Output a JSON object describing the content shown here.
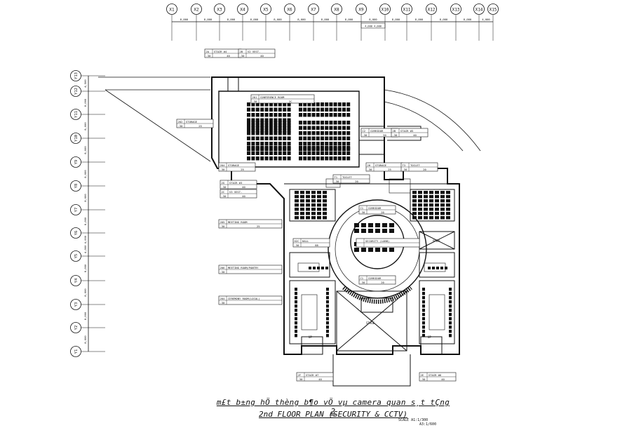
{
  "title_vi": "m£t b±ng hÖ thèng b¶o vÖ vµ camera quan s¸t tÇng 2",
  "title_en": "2nd FLOOR PLAN (SECURITY & CCTV)",
  "scale": {
    "label": "SCALE",
    "a1": "A1:1/300",
    "a3": "A3:1/600"
  },
  "grid_x": [
    "X1",
    "X2",
    "X3",
    "X4",
    "X5",
    "X6",
    "X7",
    "X8",
    "X9",
    "X10",
    "X11",
    "X12",
    "X13",
    "X14",
    "X15"
  ],
  "grid_y": [
    "Y13",
    "Y12",
    "Y11",
    "Y10",
    "Y9",
    "Y8",
    "Y7",
    "Y6",
    "Y5",
    "Y4",
    "Y3",
    "Y2",
    "Y1"
  ],
  "dim_x": [
    "8,000",
    "8,000",
    "8,000",
    "8,000",
    "8,000",
    "8,000",
    "8,000",
    "8,000",
    "8,000",
    "8,000",
    "8,000",
    "8,000",
    "8,000",
    "4,000"
  ],
  "dim_x_sub": "4,000  4,000",
  "dim_y": [
    "4,500",
    "8,000",
    "8,000",
    "8,000",
    "8,000",
    "8,000",
    "8,000",
    "4,000  4,000",
    "8,000",
    "8,000",
    "8,000",
    "8,000"
  ],
  "rooms": {
    "stair4": {
      "code": "2A",
      "name": "STAIR #4",
      "level": "-30",
      "area": "40"
    },
    "vest1": {
      "code": "2B",
      "name": "V2  VEST.",
      "level": "-30",
      "area": "40"
    },
    "storage2": {
      "code": "202",
      "name": "STORAGE",
      "level": "-30",
      "area": "25"
    },
    "conference": {
      "code": "201",
      "name": "CONFERENCE ROOM",
      "level": "-30",
      "area": "2C"
    },
    "corridor": {
      "code": "C2",
      "name": "CORRIDOR",
      "level": "-30",
      "area": "50"
    },
    "stair5": {
      "code": "2B",
      "name": "STAIR #5",
      "level": "-30",
      "area": "40"
    },
    "storage204": {
      "code": "204",
      "name": "STORAGE",
      "level": "-30",
      "area": "25"
    },
    "storage_r": {
      "code": "2H",
      "name": "STORAGE",
      "level": "-30",
      "area": "25"
    },
    "toilet_r": {
      "code": "T3",
      "name": "TOILET",
      "level": "-30",
      "area": "20"
    },
    "toilet_m": {
      "code": "T1",
      "name": "TOILET",
      "level": "-30",
      "area": "20"
    },
    "stair3": {
      "code": "2G",
      "name": "STAIR #3",
      "level": "-30",
      "area": "40"
    },
    "vest2": {
      "code": "2C",
      "name": "V3  VEST.",
      "level": "-30",
      "area": "40"
    },
    "meeting": {
      "code": "205",
      "name": "MEETING ROOM",
      "level": "-30",
      "area": "25"
    },
    "corridor2": {
      "code": "C1",
      "name": "CORRIDOR",
      "level": "-30",
      "area": "20"
    },
    "hall": {
      "code": "H2C",
      "name": "HALL",
      "level": "-30",
      "area": "88"
    },
    "security": {
      "code": "",
      "name": "SECURITY (LOBB)",
      "level": "",
      "area": ""
    },
    "meeting_pantry": {
      "code": "206",
      "name": "MEETING ROOM/PANTRY",
      "level": "-30",
      "area": ""
    },
    "corridor3": {
      "code": "C1",
      "name": "CORRIDOR",
      "level": "-30",
      "area": "20"
    },
    "ceremony": {
      "code": "204",
      "name": "CEREMONY ROOM(LOCAL)",
      "level": "-30",
      "area": ""
    },
    "stair7": {
      "code": "2F",
      "name": "STAIR #7",
      "level": "-30",
      "area": "40"
    },
    "stair6": {
      "code": "2E",
      "name": "STAIR #6",
      "level": "-30",
      "area": "40"
    }
  },
  "notes": {
    "void_r": "OPEN",
    "void_c": "OPEN",
    "stage": "STAGE",
    "up1": "UP",
    "up2": "UP"
  },
  "colors": {
    "line": "#111111",
    "hatch": "#222222",
    "bg": "#ffffff"
  }
}
